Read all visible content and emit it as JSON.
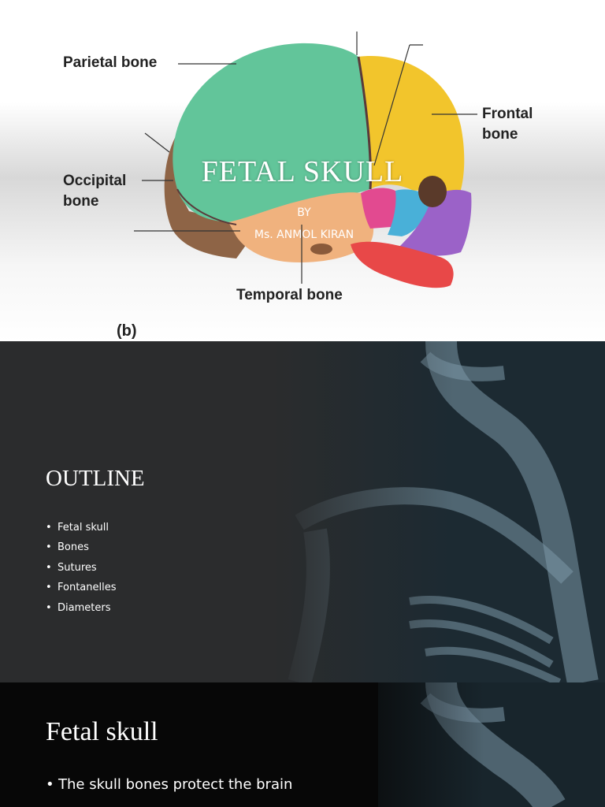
{
  "slide1": {
    "title": "FETAL SKULL",
    "by": "BY",
    "author": "Ms. ANMOL KIRAN",
    "figure": {
      "label_parietal": "Parietal bone",
      "label_occipital": "Occipital bone",
      "label_frontal": "Frontal bone",
      "label_temporal": "Temporal bone",
      "panel_label": "(b)"
    }
  },
  "slide2": {
    "title": "OUTLINE",
    "items": [
      "Fetal skull",
      "Bones",
      "Sutures",
      "Fontanelles",
      "Diameters"
    ]
  },
  "slide3": {
    "title": "Fetal skull",
    "items": [
      "The skull bones protect the brain"
    ]
  },
  "colors": {
    "parietal": "#62c59a",
    "frontal": "#f2c52c",
    "occipital": "#8e6446",
    "temporal": "#f0b27e",
    "slide2_bg": "#2b2c2d",
    "slide3_bg": "#070707"
  }
}
